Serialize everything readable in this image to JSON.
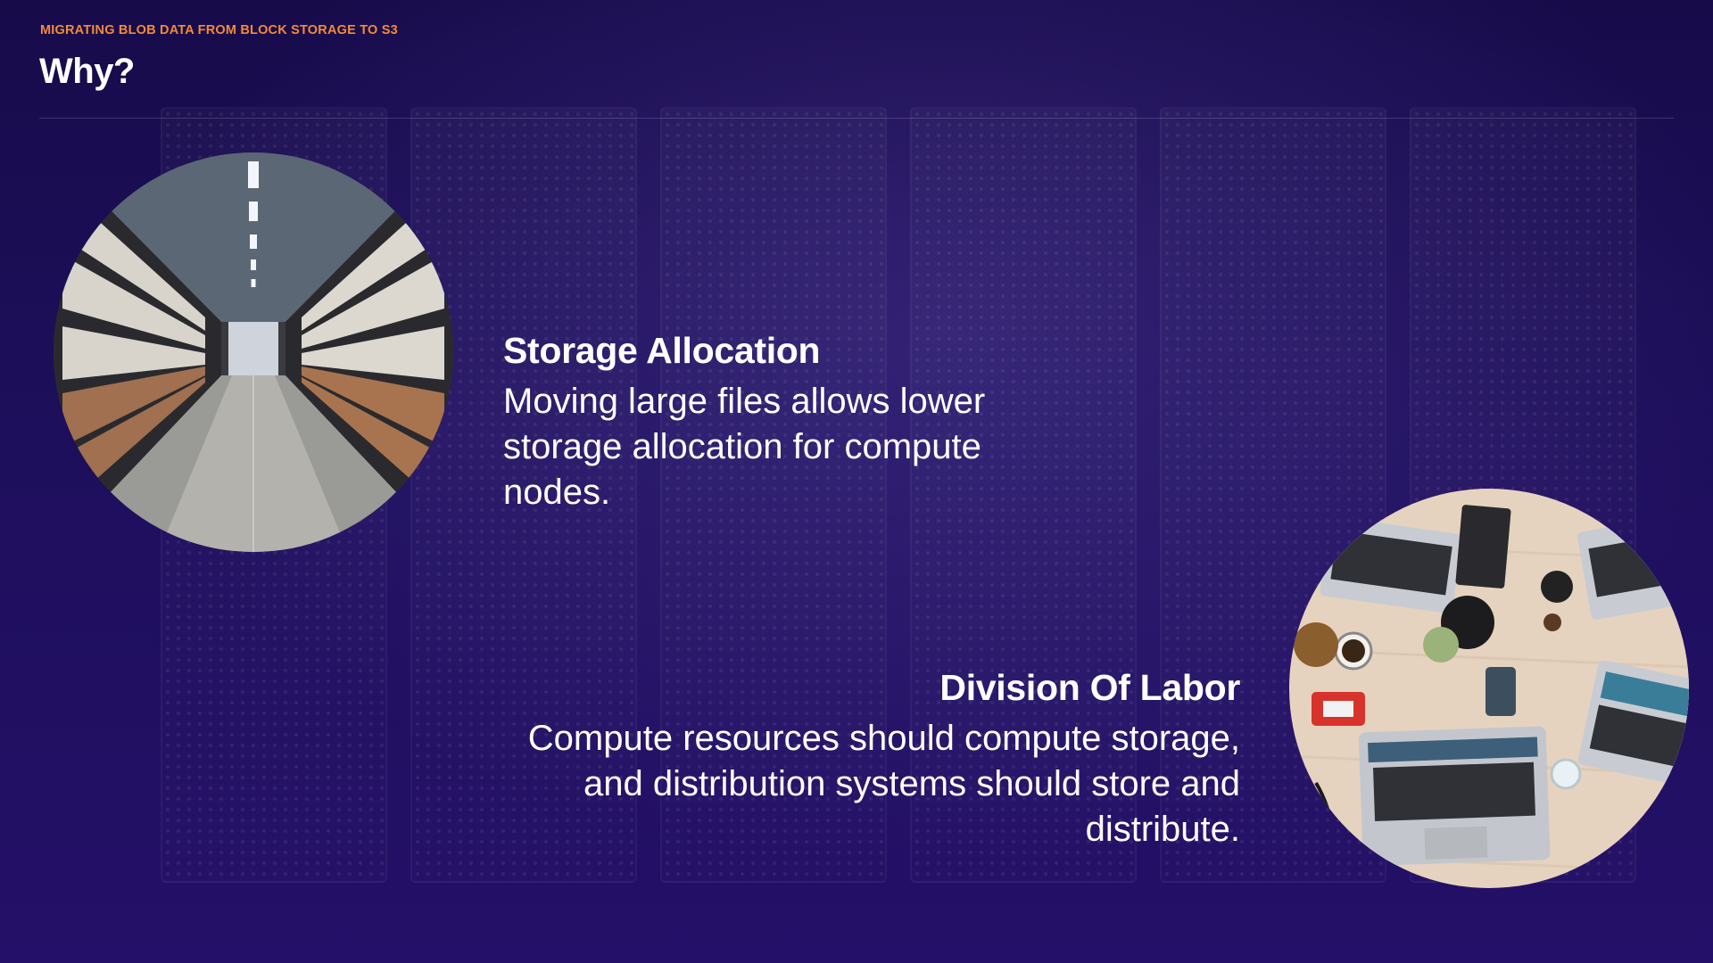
{
  "slide": {
    "eyebrow": "MIGRATING BLOB DATA FROM BLOCK STORAGE TO S3",
    "title": "Why?"
  },
  "points": [
    {
      "heading": "Storage Allocation",
      "body": "Moving large files allows lower storage allocation for compute nodes.",
      "image": "warehouse-aisle-photo"
    },
    {
      "heading": "Division Of Labor",
      "body": "Compute resources should compute storage, and distribution systems should store and distribute.",
      "image": "desk-with-laptops-photo"
    }
  ],
  "colors": {
    "background": "#1e0f5c",
    "accent": "#f28a3c",
    "text": "#ffffff"
  }
}
